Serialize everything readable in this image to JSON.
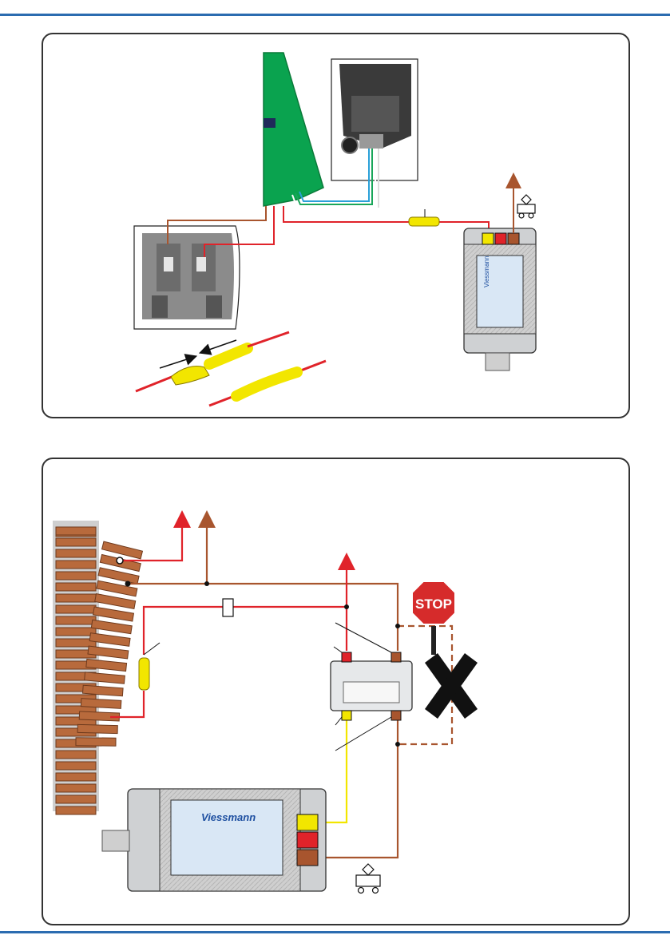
{
  "colors": {
    "accent_rule": "#2b6cb0",
    "wire_red": "#e0232a",
    "wire_brown": "#a8552e",
    "wire_yellow": "#f2e600",
    "pcb_green": "#0aa34f",
    "tie_brown": "#b86a3c",
    "stop_red": "#d62b2b"
  },
  "panel_top": {
    "brand": "Viessmann",
    "parts": [
      "locomotive-decoder-board",
      "motor-photo",
      "contact-photo",
      "wire-connector",
      "power-supply",
      "transformer-symbol",
      "crimp-connector-illustration"
    ]
  },
  "panel_bottom": {
    "brand_supply": "Viessmann",
    "stop_sign": "STOP",
    "parts": [
      "turnout-track",
      "controller-module",
      "power-supply",
      "transformer-symbol",
      "stop-sign",
      "not-allowed-cross"
    ]
  }
}
